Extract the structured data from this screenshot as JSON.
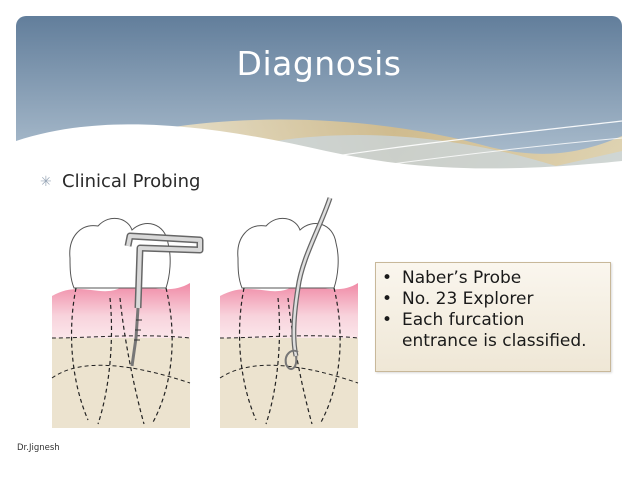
{
  "slide": {
    "title": "Diagnosis",
    "bullet": {
      "icon": "asterisk-bullet-icon",
      "text": "Clinical Probing"
    },
    "illustration": {
      "left_instrument": "nabers-probe-icon",
      "right_instrument": "explorer-icon"
    },
    "callout": {
      "items": [
        {
          "dot": "•",
          "text": "Naber’s Probe"
        },
        {
          "dot": "•",
          "text": "No. 23 Explorer"
        },
        {
          "dot": "•",
          "text": "Each furcation entrance is classified."
        }
      ]
    },
    "footer": "Dr.Jignesh"
  },
  "colors": {
    "header_top": "#6c87a3",
    "header_bottom": "#a9bccd",
    "gold_wave": "#d9c08a",
    "gum_pink": "#f3b8c6",
    "bone_tan": "#ebe2cc",
    "callout_border": "#c8b89a"
  }
}
